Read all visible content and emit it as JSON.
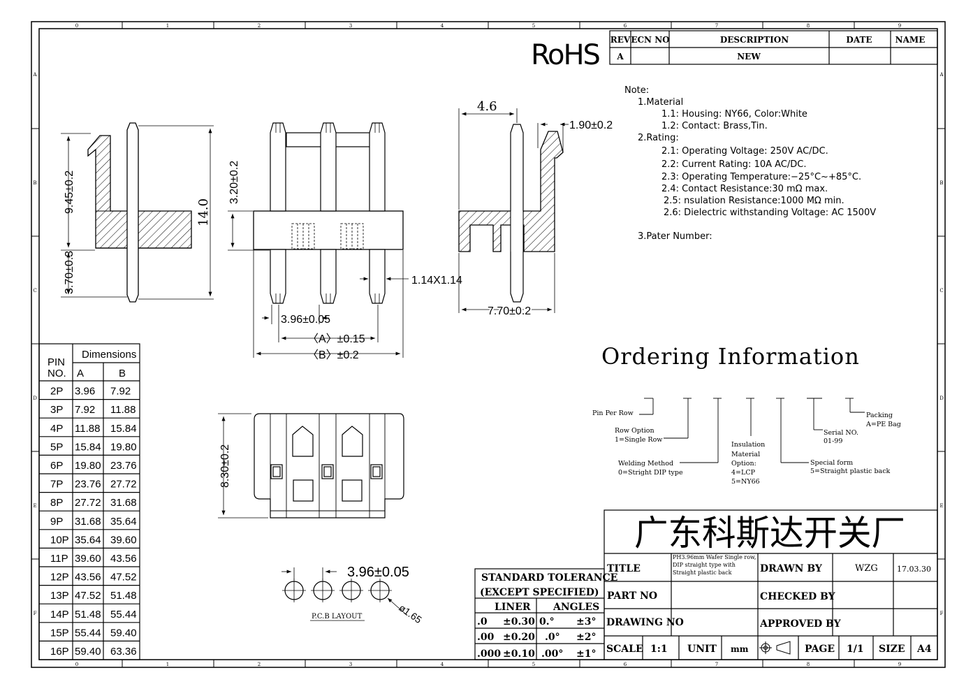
{
  "border": {
    "top_numbers": [
      "0",
      "1",
      "2",
      "3",
      "4",
      "5",
      "6",
      "7",
      "8",
      "9"
    ],
    "bottom_numbers": [
      "0",
      "1",
      "2",
      "3",
      "4",
      "5",
      "6",
      "7",
      "8",
      "9"
    ],
    "side_letters": [
      "A",
      "B",
      "C",
      "D",
      "E",
      "F"
    ]
  },
  "rohs_logo": "RoHS",
  "revision_table": {
    "headers": [
      "REV",
      "ECN NO",
      "DESCRIPTION",
      "DATE",
      "NAME"
    ],
    "row": [
      "A",
      "",
      "NEW",
      "",
      ""
    ]
  },
  "notes": {
    "heading": "Note:",
    "lines": [
      "1.Material",
      "1.1:  Housing:  NY66,  Color:White",
      "1.2:  Contact:  Brass,Tin.",
      "2.Rating:",
      "2.1:  Operating  Voltage:  250V  AC/DC.",
      "2.2:  Current  Rating:  10A  AC/DC.",
      "2.3:  Operating  Temperature:−25°C~+85°C.",
      "2.4:  Contact  Resistance:30  mΩ  max.",
      "2.5:  nsulation  Resistance:1000  MΩ  min.",
      "2.6:  Dielectric  withstanding  Voltage:  AC  1500V",
      "3.Pater  Number:"
    ]
  },
  "dimensions": {
    "side_total": "14.0",
    "side_upper": "9.45±0.2",
    "side_lower": "3.70±0.3",
    "front_height": "3.20±0.2",
    "pin_size": "1.14X1.14",
    "pitch": "3.96±0.05",
    "dim_a": "〈A〉±0.15",
    "dim_b": "〈B〉±0.2",
    "side2_top": "4.6",
    "side2_hook": "1.90±0.2",
    "side2_width": "7.70±0.2",
    "top_view_height": "8.30±0.2",
    "pcb_pitch": "3.96±0.05",
    "pcb_hole": "ø1.65",
    "pcb_label": "P.C.B  LAYOUT"
  },
  "pin_table": {
    "header_pin": [
      "PIN",
      "NO."
    ],
    "header_dimensions": "Dimensions",
    "col_a": "A",
    "col_b": "B",
    "rows": [
      [
        "2P",
        "3.96",
        "7.92"
      ],
      [
        "3P",
        "7.92",
        "11.88"
      ],
      [
        "4P",
        "11.88",
        "15.84"
      ],
      [
        "5P",
        "15.84",
        "19.80"
      ],
      [
        "6P",
        "19.80",
        "23.76"
      ],
      [
        "7P",
        "23.76",
        "27.72"
      ],
      [
        "8P",
        "27.72",
        "31.68"
      ],
      [
        "9P",
        "31.68",
        "35.64"
      ],
      [
        "10P",
        "35.64",
        "39.60"
      ],
      [
        "11P",
        "39.60",
        "43.56"
      ],
      [
        "12P",
        "43.56",
        "47.52"
      ],
      [
        "13P",
        "47.52",
        "51.48"
      ],
      [
        "14P",
        "51.48",
        "55.44"
      ],
      [
        "15P",
        "55.44",
        "59.40"
      ],
      [
        "16P",
        "59.40",
        "63.36"
      ]
    ]
  },
  "ordering": {
    "title": "Ordering  Information",
    "pin_per_row": "Pin Per Row",
    "row_option": [
      "Row Option",
      "1=Single Row"
    ],
    "welding": [
      "Welding Method",
      "0=Stright DIP type"
    ],
    "insulation": [
      "Insulation",
      "Material",
      "Option:",
      "4=LCP",
      "5=NY66"
    ],
    "special": [
      "Special form",
      "5=Straight plastic back"
    ],
    "serial": [
      "Serial NO.",
      "01-99"
    ],
    "packing": [
      "Packing",
      "A=PE Bag"
    ]
  },
  "tolerance": {
    "title1": "STANDARD  TOLERANCE",
    "title2": "(EXCEPT  SPECIFIED)",
    "liner": "LINER",
    "angles": "ANGLES",
    "rows": [
      [
        ".0",
        "±0.30",
        "0.°",
        "±3°"
      ],
      [
        ".00",
        "±0.20",
        ".0°",
        "±2°"
      ],
      [
        ".000",
        "±0.10",
        ".00°",
        "±1°"
      ]
    ]
  },
  "title_block": {
    "company": "广东科斯达开关厂",
    "title_label": "TITLE",
    "title_value": [
      "PH3.96mm Wafer Single row,",
      "DIP straight type with",
      "Straight plastic back"
    ],
    "part_no_label": "PART NO",
    "drawing_no_label": "DRAWING NO",
    "drawn_by_label": "DRAWN BY",
    "drawn_by_value": "WZG",
    "date_value": "17.03.30",
    "checked_by_label": "CHECKED BY",
    "approved_by_label": "APPROVED BY",
    "scale_label": "SCALE",
    "scale_value": "1:1",
    "unit_label": "UNIT",
    "unit_value": "mm",
    "page_label": "PAGE",
    "page_value": "1/1",
    "size_label": "SIZE",
    "size_value": "A4"
  }
}
